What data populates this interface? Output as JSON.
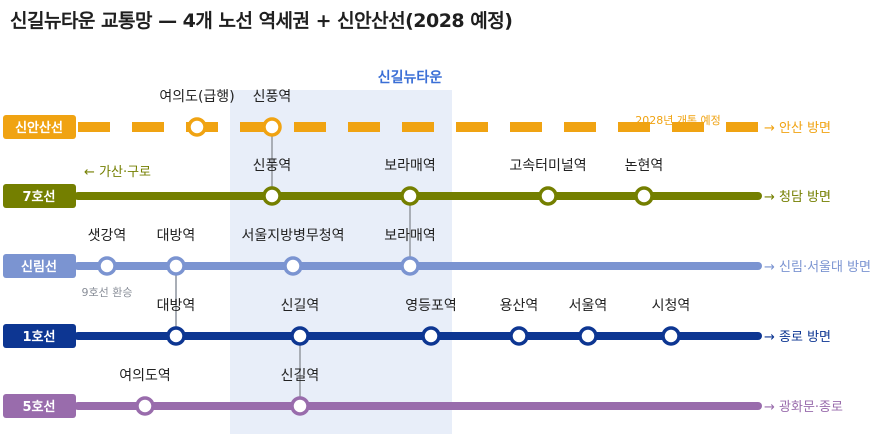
{
  "title": "신길뉴타운 교통망 — 4개 노선 역세권 + 신안산선(2028 예정)",
  "zone_label": "신길뉴타운",
  "lines": {
    "sinansan": {
      "badge": "신안산선",
      "color": "#f0a312",
      "opening_note": "2028년 개통 예정",
      "direction_right": "→ 안산 방면",
      "stations": [
        "여의도(급행)",
        "신풍역"
      ]
    },
    "line7": {
      "badge": "7호선",
      "color": "#747f00",
      "direction_left": "← 가산·구로",
      "direction_right": "→ 청담 방면",
      "stations": [
        "신풍역",
        "보라매역",
        "고속터미널역",
        "논현역"
      ]
    },
    "sillim": {
      "badge": "신림선",
      "color": "#7b94d1",
      "direction_right": "→ 신림·서울대 방면",
      "transfer_note": "9호선 환승",
      "stations": [
        "샛강역",
        "대방역",
        "서울지방병무청역",
        "보라매역"
      ]
    },
    "line1": {
      "badge": "1호선",
      "color": "#0d3692",
      "direction_right": "→ 종로 방면",
      "stations": [
        "대방역",
        "신길역",
        "영등포역",
        "용산역",
        "서울역",
        "시청역"
      ]
    },
    "line5": {
      "badge": "5호선",
      "color": "#996cac",
      "direction_right": "→ 광화문·종로",
      "stations": [
        "여의도역",
        "신길역"
      ]
    }
  }
}
